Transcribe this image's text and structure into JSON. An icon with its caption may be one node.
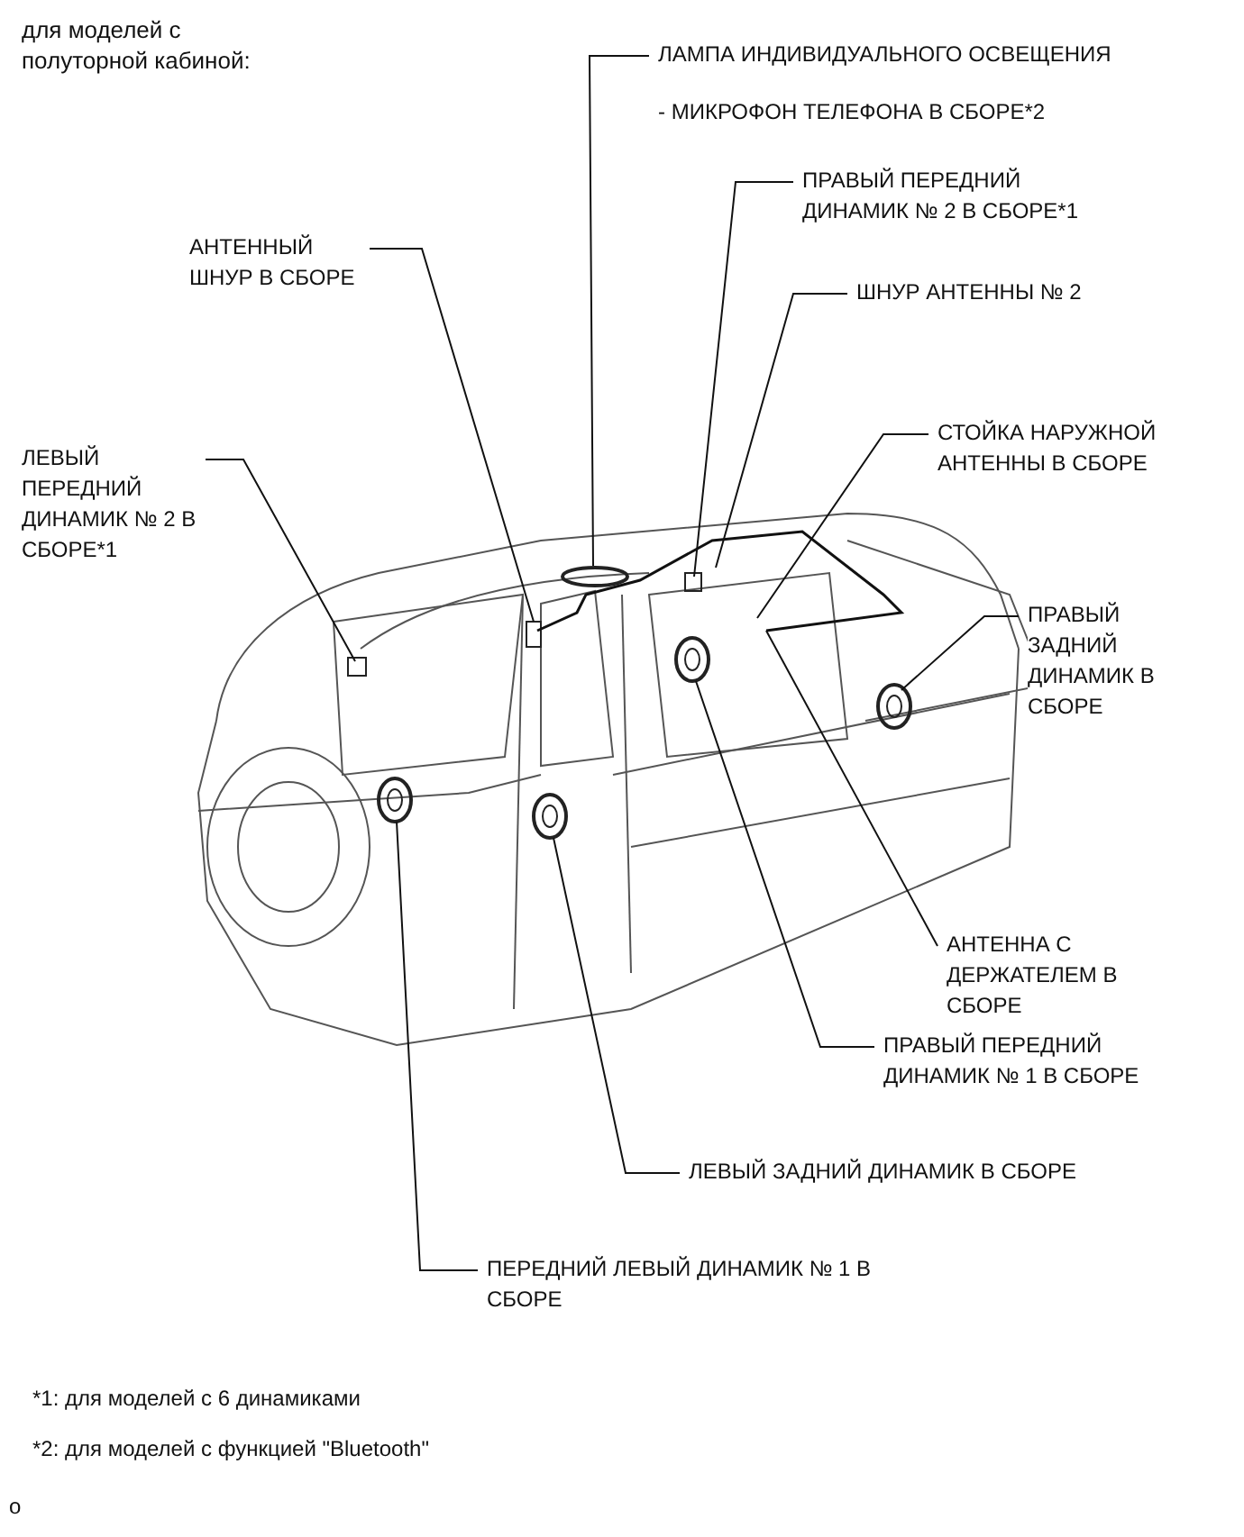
{
  "diagram": {
    "title": "для моделей с полуторной кабиной:",
    "nodes": [
      {
        "text": [
          "ЛАМПА ИНДИВИДУАЛЬНОГО ОСВЕЩЕНИЯ",
          "- МИКРОФОН ТЕЛЕФОНА В СБОРЕ*2"
        ]
      },
      {
        "text": [
          "ПРАВЫЙ ПЕРЕДНИЙ ДИНАМИК № 2 В СБОРЕ*1"
        ]
      },
      {
        "text": [
          "АНТЕННЫЙ ШНУР В СБОРЕ"
        ]
      },
      {
        "text": [
          "ШНУР АНТЕННЫ № 2"
        ]
      },
      {
        "text": [
          "СТОЙКА НАРУЖНОЙ АНТЕННЫ В СБОРЕ"
        ]
      },
      {
        "text": [
          "ЛЕВЫЙ ПЕРЕДНИЙ ДИНАМИК № 2 В СБОРЕ*1"
        ]
      },
      {
        "text": [
          "ПРАВЫЙ ЗАДНИЙ ДИНАМИК В СБОРЕ"
        ]
      },
      {
        "text": [
          "АНТЕННА С ДЕРЖАТЕЛЕМ В СБОРЕ"
        ]
      },
      {
        "text": [
          "ПРАВЫЙ ПЕРЕДНИЙ ДИНАМИК № 1 В СБОРЕ"
        ]
      },
      {
        "text": [
          "ЛЕВЫЙ ЗАДНИЙ ДИНАМИК В СБОРЕ"
        ]
      },
      {
        "text": [
          "ПЕРЕДНИЙ ЛЕВЫЙ ДИНАМИК № 1 В СБОРЕ"
        ]
      }
    ],
    "edges": [
      {
        "from": 0,
        "to": null,
        "arrow": "none"
      },
      {
        "from": 1,
        "to": null,
        "arrow": "none"
      },
      {
        "from": 2,
        "to": null,
        "arrow": "none"
      },
      {
        "from": 3,
        "to": null,
        "arrow": "none"
      },
      {
        "from": 4,
        "to": null,
        "arrow": "none"
      },
      {
        "from": 5,
        "to": null,
        "arrow": "none"
      },
      {
        "from": 6,
        "to": null,
        "arrow": "none"
      },
      {
        "from": 7,
        "to": null,
        "arrow": "none"
      },
      {
        "from": 8,
        "to": null,
        "arrow": "none"
      },
      {
        "from": 9,
        "to": null,
        "arrow": "none"
      },
      {
        "from": 10,
        "to": null,
        "arrow": "none"
      }
    ],
    "labels": [
      "*1: для моделей с 6 динамиками",
      "*2: для моделей с функцией \"Bluetooth\"",
      "o"
    ]
  }
}
